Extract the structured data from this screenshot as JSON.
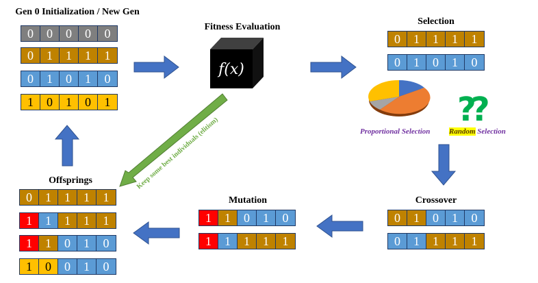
{
  "colors": {
    "gray": "#7f7f7f",
    "brown": "#bf8200",
    "blue": "#5b9bd5",
    "yellow": "#ffc000",
    "red": "#ff0000",
    "arrow": "#4472c4",
    "elitism": "#70ad47",
    "label": "#7030a0"
  },
  "init": {
    "title": "Gen 0 Initialization / New Gen",
    "rows": [
      [
        [
          "0",
          "gray"
        ],
        [
          "0",
          "gray"
        ],
        [
          "0",
          "gray"
        ],
        [
          "0",
          "gray"
        ],
        [
          "0",
          "gray"
        ]
      ],
      [
        [
          "0",
          "brown"
        ],
        [
          "1",
          "brown"
        ],
        [
          "1",
          "brown"
        ],
        [
          "1",
          "brown"
        ],
        [
          "1",
          "brown"
        ]
      ],
      [
        [
          "0",
          "blue"
        ],
        [
          "1",
          "blue"
        ],
        [
          "0",
          "blue"
        ],
        [
          "1",
          "blue"
        ],
        [
          "0",
          "blue"
        ]
      ],
      [
        [
          "1",
          "yellow"
        ],
        [
          "0",
          "yellow"
        ],
        [
          "1",
          "yellow"
        ],
        [
          "0",
          "yellow"
        ],
        [
          "1",
          "yellow"
        ]
      ]
    ]
  },
  "fitness": {
    "title": "Fitness Evaluation",
    "formula": "f(x)"
  },
  "selection": {
    "title": "Selection",
    "rows": [
      [
        [
          "0",
          "brown"
        ],
        [
          "1",
          "brown"
        ],
        [
          "1",
          "brown"
        ],
        [
          "1",
          "brown"
        ],
        [
          "1",
          "brown"
        ]
      ],
      [
        [
          "0",
          "blue"
        ],
        [
          "1",
          "blue"
        ],
        [
          "0",
          "blue"
        ],
        [
          "1",
          "blue"
        ],
        [
          "0",
          "blue"
        ]
      ]
    ],
    "proportional_label": "Proportional Selection",
    "random_word": "Random",
    "random_rest": " Selection",
    "question_marks": "??"
  },
  "crossover": {
    "title": "Crossover",
    "rows": [
      [
        [
          "0",
          "brown"
        ],
        [
          "1",
          "brown"
        ],
        [
          "0",
          "blue"
        ],
        [
          "1",
          "blue"
        ],
        [
          "0",
          "blue"
        ]
      ],
      [
        [
          "0",
          "blue"
        ],
        [
          "1",
          "blue"
        ],
        [
          "1",
          "brown"
        ],
        [
          "1",
          "brown"
        ],
        [
          "1",
          "brown"
        ]
      ]
    ]
  },
  "mutation": {
    "title": "Mutation",
    "rows": [
      [
        [
          "1",
          "red"
        ],
        [
          "1",
          "brown"
        ],
        [
          "0",
          "blue"
        ],
        [
          "1",
          "blue"
        ],
        [
          "0",
          "blue"
        ]
      ],
      [
        [
          "1",
          "red"
        ],
        [
          "1",
          "blue"
        ],
        [
          "1",
          "brown"
        ],
        [
          "1",
          "brown"
        ],
        [
          "1",
          "brown"
        ]
      ]
    ]
  },
  "offsprings": {
    "title": "Offsprings",
    "rows": [
      [
        [
          "0",
          "brown"
        ],
        [
          "1",
          "brown"
        ],
        [
          "1",
          "brown"
        ],
        [
          "1",
          "brown"
        ],
        [
          "1",
          "brown"
        ]
      ],
      [
        [
          "1",
          "red"
        ],
        [
          "1",
          "blue"
        ],
        [
          "1",
          "brown"
        ],
        [
          "1",
          "brown"
        ],
        [
          "1",
          "brown"
        ]
      ],
      [
        [
          "1",
          "red"
        ],
        [
          "1",
          "brown"
        ],
        [
          "0",
          "blue"
        ],
        [
          "1",
          "blue"
        ],
        [
          "0",
          "blue"
        ]
      ],
      [
        [
          "1",
          "yellow"
        ],
        [
          "0",
          "yellow"
        ],
        [
          "0",
          "blue"
        ],
        [
          "1",
          "blue"
        ],
        [
          "0",
          "blue"
        ]
      ]
    ]
  },
  "elitism_label": "Keep some best individuals (elitism)"
}
